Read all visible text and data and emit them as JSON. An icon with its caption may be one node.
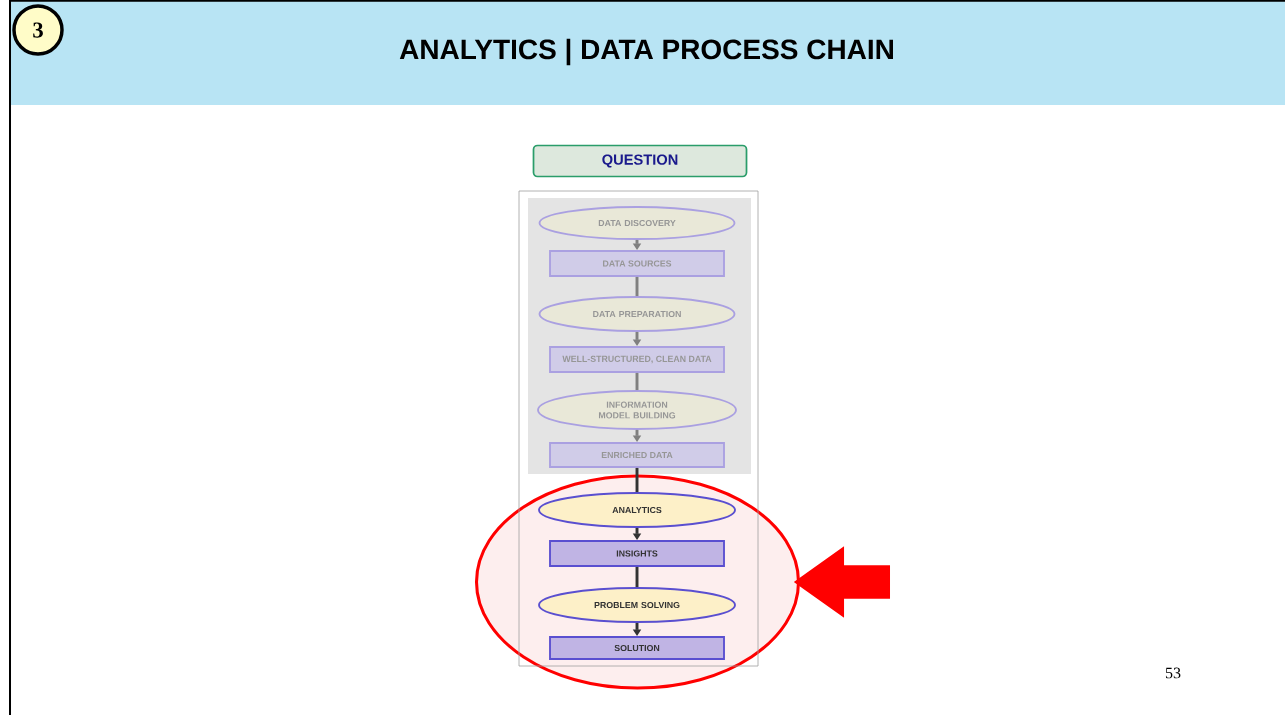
{
  "diagram": {
    "title": "ANALYTICS | DATA PROCESS CHAIN",
    "nodes": [
      {
        "text": [
          "3"
        ]
      },
      {
        "text": [
          "QUESTION"
        ]
      },
      {
        "text": [],
        "shape": "box"
      },
      {
        "text": [
          "DATA DISCOVERY"
        ],
        "in": 2
      },
      {
        "text": [
          "DATA SOURCES"
        ],
        "in": 2
      },
      {
        "text": [
          "DATA PREPARATION"
        ],
        "in": 2
      },
      {
        "text": [
          "WELL-STRUCTURED, CLEAN DATA"
        ],
        "in": 2
      },
      {
        "text": [
          "INFORMATION MODEL BUILDING"
        ],
        "in": 2
      },
      {
        "text": [
          "ENRICHED DATA"
        ],
        "in": 2
      },
      {
        "text": [],
        "shape": "ellipse"
      },
      {
        "text": [
          "ANALYTICS"
        ],
        "in": 9
      },
      {
        "text": [
          "INSIGHTS"
        ],
        "in": 9
      },
      {
        "text": [
          "PROBLEM SOLVING"
        ],
        "in": 9
      },
      {
        "text": [
          "SOLUTION"
        ],
        "in": 9
      }
    ],
    "edges": [
      {
        "from": 3,
        "to": 4,
        "arrow": "to",
        "color": "#808080"
      },
      {
        "from": 4,
        "to": 5,
        "arrow": "none",
        "color": "#808080"
      },
      {
        "from": 5,
        "to": 6,
        "arrow": "to",
        "color": "#808080"
      },
      {
        "from": 6,
        "to": 7,
        "arrow": "none",
        "color": "#808080"
      },
      {
        "from": 7,
        "to": 8,
        "arrow": "to",
        "color": "#808080"
      },
      {
        "from": 8,
        "to": 10,
        "arrow": "none"
      },
      {
        "from": 10,
        "to": 11,
        "arrow": "to"
      },
      {
        "from": 11,
        "to": 12,
        "arrow": "none"
      },
      {
        "from": 12,
        "to": 13,
        "arrow": "to"
      },
      {
        "from": null,
        "to": 9,
        "arrow": "to",
        "style": "thick",
        "color": "#ff0000"
      }
    ],
    "labels": [
      "53"
    ]
  }
}
